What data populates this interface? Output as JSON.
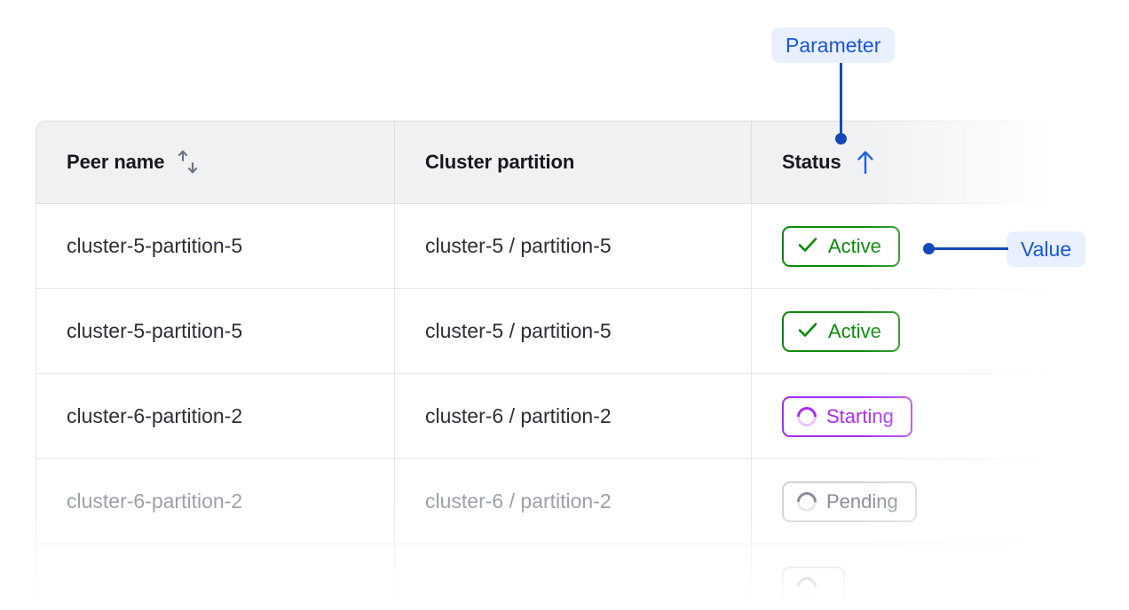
{
  "table": {
    "columns": [
      {
        "key": "peer_name",
        "label": "Peer name",
        "sort_icon": "sort-both-icon",
        "sort_state": "none"
      },
      {
        "key": "cluster_partition",
        "label": "Cluster partition",
        "sort_icon": null,
        "sort_state": "none"
      },
      {
        "key": "status",
        "label": "Status",
        "sort_icon": "arrow-up-icon",
        "sort_state": "ascending"
      }
    ],
    "rows": [
      {
        "peer_name": "cluster-5-partition-5",
        "cluster_partition": "cluster-5 / partition-5",
        "status": "Active",
        "status_kind": "active",
        "status_icon": "check-icon",
        "dimmed": false
      },
      {
        "peer_name": "cluster-5-partition-5",
        "cluster_partition": "cluster-5 / partition-5",
        "status": "Active",
        "status_kind": "active",
        "status_icon": "check-icon",
        "dimmed": false
      },
      {
        "peer_name": "cluster-6-partition-2",
        "cluster_partition": "cluster-6 / partition-2",
        "status": "Starting",
        "status_kind": "starting",
        "status_icon": "spinner-icon",
        "dimmed": false
      },
      {
        "peer_name": "cluster-6-partition-2",
        "cluster_partition": "cluster-6 / partition-2",
        "status": "Pending",
        "status_kind": "pending",
        "status_icon": "spinner-icon",
        "dimmed": true
      },
      {
        "peer_name": "",
        "cluster_partition": "",
        "status": "",
        "status_kind": "pending",
        "status_icon": "spinner-icon",
        "dimmed": true
      }
    ]
  },
  "annotations": {
    "parameter": {
      "label": "Parameter",
      "points_to": "status-column-header"
    },
    "value": {
      "label": "Value",
      "points_to": "status-cell-row-1"
    }
  },
  "colors": {
    "annotation_blue": "#1547b8",
    "annotation_badge_bg": "#e8f0fe",
    "annotation_text": "#1a56d6",
    "status_active": "#0a8a0a",
    "status_starting": "#a82bf0",
    "status_pending": "#868d96",
    "header_bg": "#f0f1f3",
    "border": "#dcdee2",
    "text": "#2b2f36",
    "text_dim": "#9aa0a8"
  }
}
